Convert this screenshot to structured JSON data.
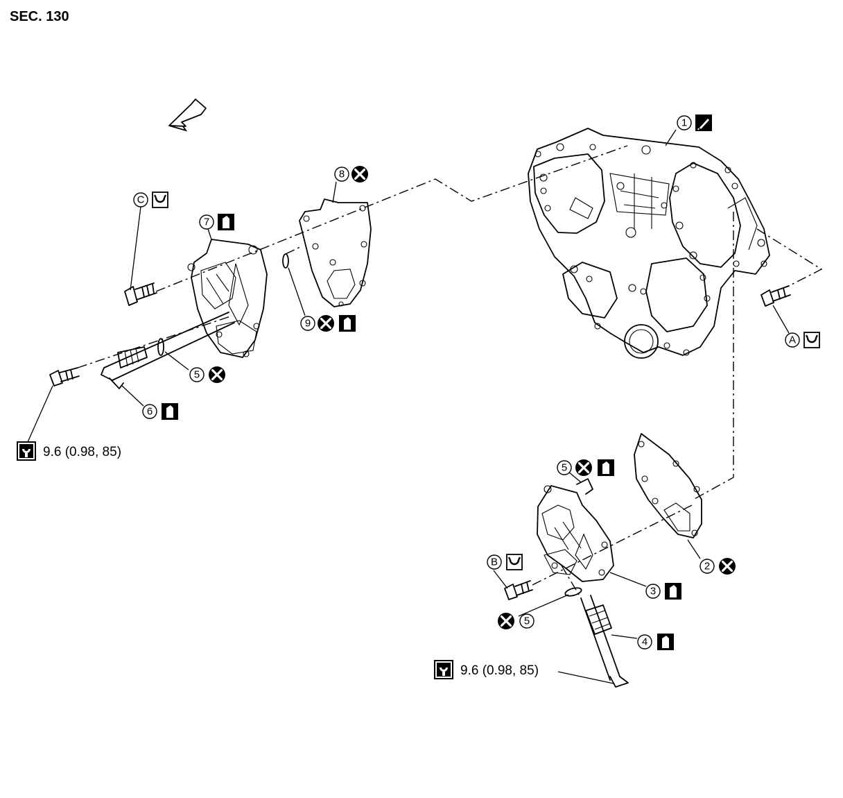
{
  "section_label": "SEC. 130",
  "parts": [
    {
      "num": "1",
      "symbols": [
        "liquid-gasket-icon"
      ]
    },
    {
      "num": "2",
      "symbols": [
        "do-not-reuse-icon"
      ]
    },
    {
      "num": "3",
      "symbols": [
        "engine-oil-icon"
      ]
    },
    {
      "num": "4",
      "symbols": [
        "engine-oil-icon"
      ]
    },
    {
      "num": "5",
      "symbols": [
        "do-not-reuse-icon"
      ]
    },
    {
      "num": "5",
      "symbols": [
        "do-not-reuse-icon",
        "engine-oil-icon"
      ]
    },
    {
      "num": "5",
      "symbols": [
        "do-not-reuse-icon"
      ]
    },
    {
      "num": "6",
      "symbols": [
        "engine-oil-icon"
      ]
    },
    {
      "num": "7",
      "symbols": [
        "engine-oil-icon"
      ]
    },
    {
      "num": "8",
      "symbols": [
        "do-not-reuse-icon"
      ]
    },
    {
      "num": "9",
      "symbols": [
        "do-not-reuse-icon",
        "engine-oil-icon"
      ]
    }
  ],
  "bolt_refs": [
    {
      "letter": "A",
      "symbol": "tightening-sequence-icon"
    },
    {
      "letter": "B",
      "symbol": "tightening-sequence-icon"
    },
    {
      "letter": "C",
      "symbol": "tightening-sequence-icon"
    }
  ],
  "torque_specs": [
    {
      "symbol": "torque-wrench-icon",
      "value": "9.6 (0.98, 85)"
    },
    {
      "symbol": "torque-wrench-icon",
      "value": "9.6 (0.98, 85)"
    }
  ],
  "front_arrow_icon": "engine-front-arrow-icon"
}
